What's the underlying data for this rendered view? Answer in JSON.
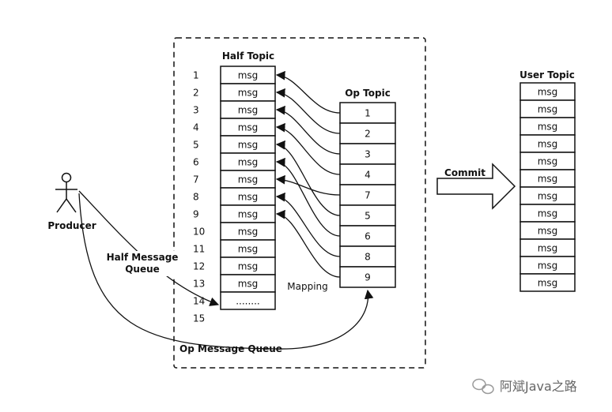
{
  "half_topic": {
    "title": "Half Topic",
    "row_numbers": [
      "1",
      "2",
      "3",
      "4",
      "5",
      "6",
      "7",
      "8",
      "9",
      "10",
      "11",
      "12",
      "13",
      "14",
      "15"
    ],
    "cells": [
      "msg",
      "msg",
      "msg",
      "msg",
      "msg",
      "msg",
      "msg",
      "msg",
      "msg",
      "msg",
      "msg",
      "msg",
      "msg",
      "........"
    ]
  },
  "op_topic": {
    "title": "Op Topic",
    "cells": [
      "1",
      "2",
      "3",
      "4",
      "7",
      "5",
      "6",
      "8",
      "9"
    ]
  },
  "user_topic": {
    "title": "User Topic",
    "cells": [
      "msg",
      "msg",
      "msg",
      "msg",
      "msg",
      "msg",
      "msg",
      "msg",
      "msg",
      "msg",
      "msg",
      "msg"
    ]
  },
  "labels": {
    "producer": "Producer",
    "half_message_queue_line1": "Half Message",
    "half_message_queue_line2": "Queue",
    "op_message_queue": "Op Message Queue",
    "mapping": "Mapping",
    "commit": "Commit"
  },
  "watermark": "阿斌Java之路",
  "mapping_links": [
    {
      "op_index": 0,
      "half_row": 1
    },
    {
      "op_index": 1,
      "half_row": 2
    },
    {
      "op_index": 2,
      "half_row": 3
    },
    {
      "op_index": 3,
      "half_row": 4
    },
    {
      "op_index": 4,
      "half_row": 7
    },
    {
      "op_index": 5,
      "half_row": 5
    },
    {
      "op_index": 6,
      "half_row": 6
    },
    {
      "op_index": 7,
      "half_row": 8
    },
    {
      "op_index": 8,
      "half_row": 9
    }
  ]
}
